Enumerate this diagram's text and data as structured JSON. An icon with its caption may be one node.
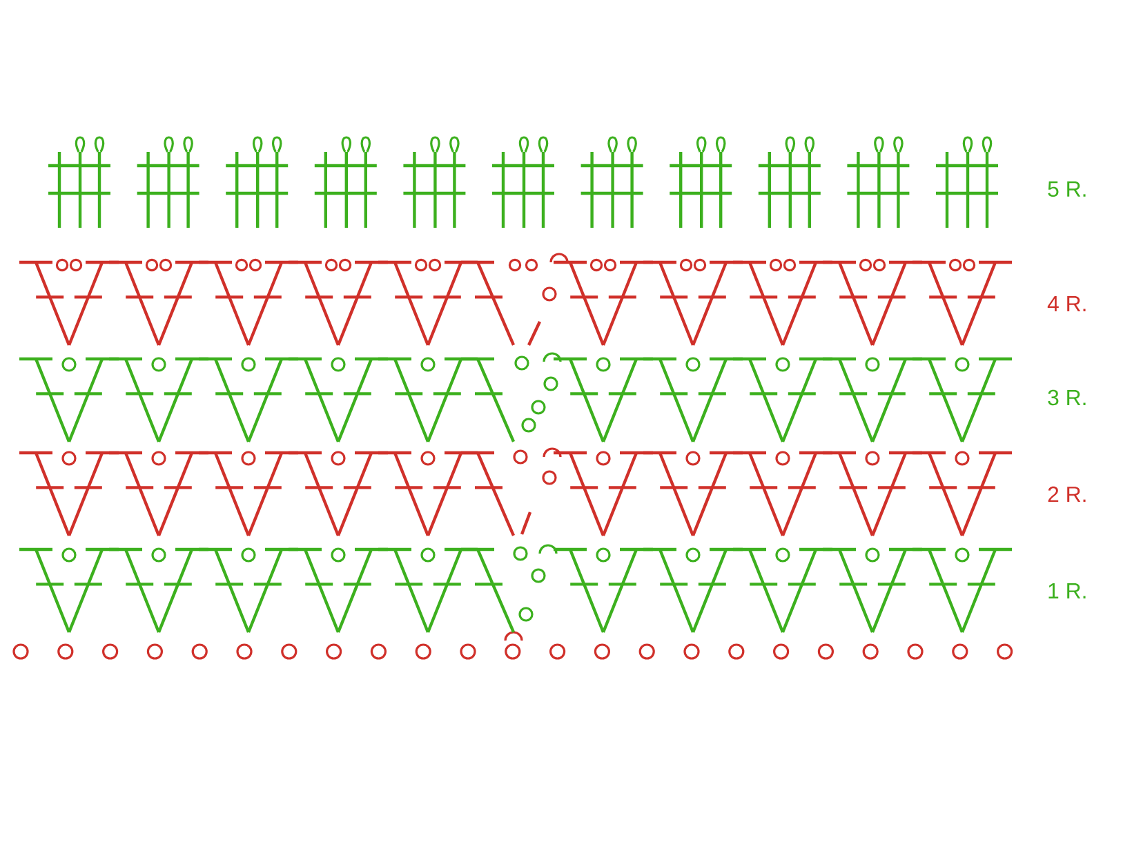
{
  "diagram": {
    "labels": [
      "5 R.",
      "4 R.",
      "3 R.",
      "2 R.",
      "1 R."
    ]
  }
}
